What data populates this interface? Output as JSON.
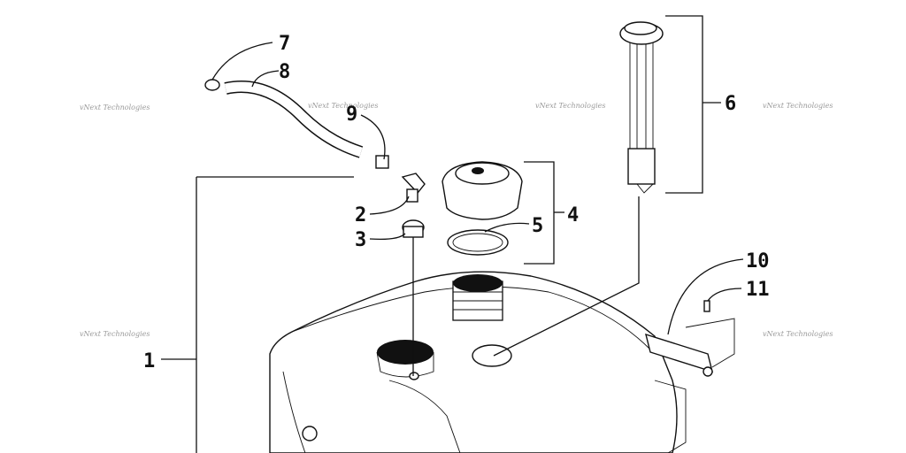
{
  "diagram": {
    "callouts": [
      "1",
      "2",
      "3",
      "4",
      "5",
      "6",
      "7",
      "8",
      "9",
      "10",
      "11"
    ],
    "watermark": "vNext Technologies"
  }
}
